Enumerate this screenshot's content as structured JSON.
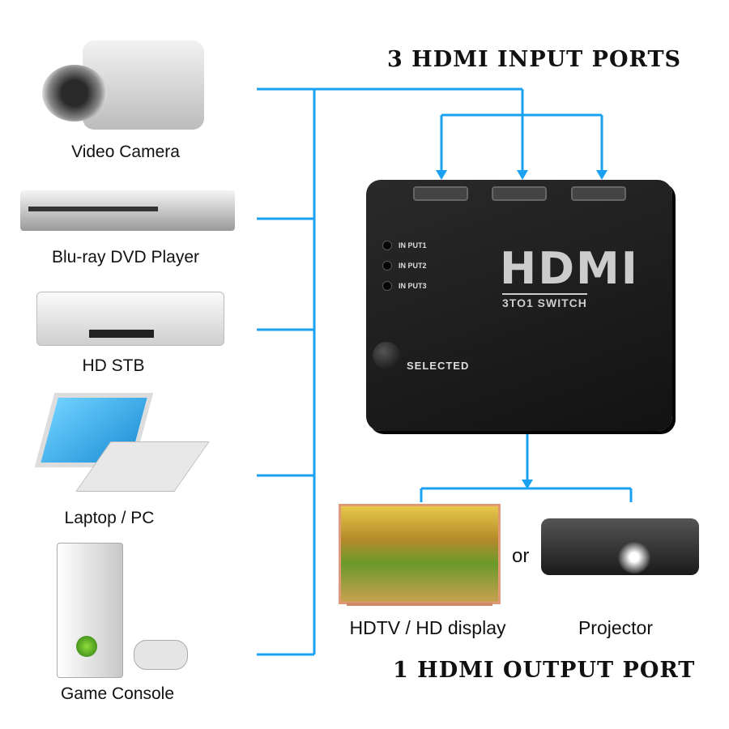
{
  "header": {
    "title": "3 HDMI INPUT PORTS"
  },
  "footer": {
    "title": "1 HDMI OUTPUT PORT"
  },
  "sources": [
    {
      "label": "Video Camera"
    },
    {
      "label": "Blu-ray DVD Player"
    },
    {
      "label": "HD STB"
    },
    {
      "label": "Laptop / PC"
    },
    {
      "label": "Game Console"
    }
  ],
  "switch": {
    "logo": "HDMI",
    "subtitle": "3TO1 SWITCH",
    "leds": [
      "IN PUT1",
      "IN PUT2",
      "IN PUT3"
    ],
    "button_label": "SELECTED"
  },
  "outputs": {
    "tv_label": "HDTV / HD display",
    "or_label": "or",
    "projector_label": "Projector"
  },
  "colors": {
    "line": "#1ba1f2"
  }
}
